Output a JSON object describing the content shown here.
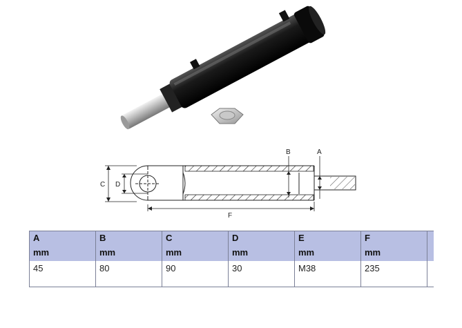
{
  "photo": {
    "subject": "hydraulic-cylinder",
    "nut": "hex-nut"
  },
  "drawing": {
    "labels": {
      "A": "A",
      "B": "B",
      "C": "C",
      "D": "D",
      "F": "F"
    }
  },
  "table": {
    "columns": [
      {
        "name": "A",
        "unit": "mm",
        "value": "45"
      },
      {
        "name": "B",
        "unit": "mm",
        "value": "80"
      },
      {
        "name": "C",
        "unit": "mm",
        "value": "90"
      },
      {
        "name": "D",
        "unit": "mm",
        "value": "30"
      },
      {
        "name": "E",
        "unit": "mm",
        "value": "M38"
      },
      {
        "name": "F",
        "unit": "mm",
        "value": "235"
      }
    ]
  },
  "colors": {
    "header_bg": "#b8bfe3",
    "cylinder_body": "#0d0d0d",
    "rod": "#c8c8c8"
  }
}
